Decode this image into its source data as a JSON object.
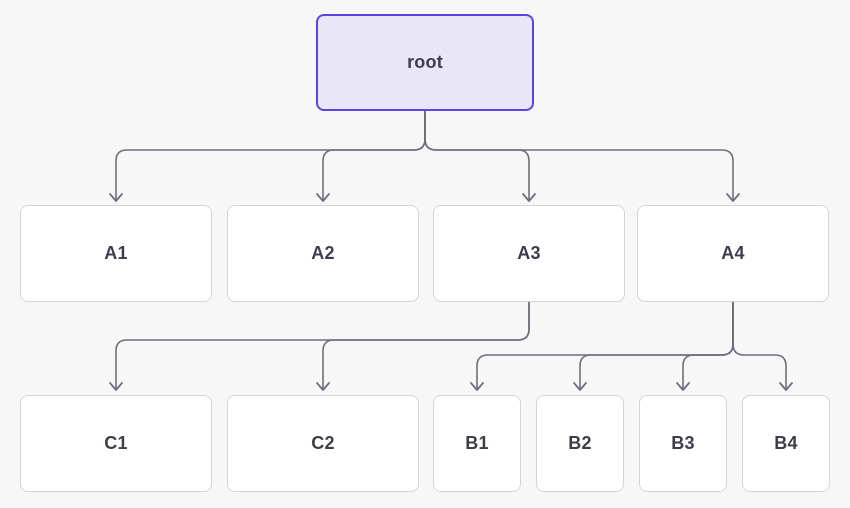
{
  "diagram": {
    "type": "tree",
    "colors": {
      "background": "#f7f7f8",
      "root_fill": "#e9e6f8",
      "root_border": "#5b45e0",
      "node_fill": "#ffffff",
      "node_border": "#d4d4dc",
      "edge": "#6f6e7b",
      "text": "#3e3e4a"
    },
    "nodes": {
      "root": {
        "label": "root"
      },
      "a1": {
        "label": "A1"
      },
      "a2": {
        "label": "A2"
      },
      "a3": {
        "label": "A3"
      },
      "a4": {
        "label": "A4"
      },
      "c1": {
        "label": "C1"
      },
      "c2": {
        "label": "C2"
      },
      "b1": {
        "label": "B1"
      },
      "b2": {
        "label": "B2"
      },
      "b3": {
        "label": "B3"
      },
      "b4": {
        "label": "B4"
      }
    },
    "edges": [
      {
        "from": "root",
        "to": "A1"
      },
      {
        "from": "root",
        "to": "A2"
      },
      {
        "from": "root",
        "to": "A3"
      },
      {
        "from": "root",
        "to": "A4"
      },
      {
        "from": "A3",
        "to": "C1"
      },
      {
        "from": "A3",
        "to": "C2"
      },
      {
        "from": "A4",
        "to": "B1"
      },
      {
        "from": "A4",
        "to": "B2"
      },
      {
        "from": "A4",
        "to": "B3"
      },
      {
        "from": "A4",
        "to": "B4"
      }
    ]
  }
}
